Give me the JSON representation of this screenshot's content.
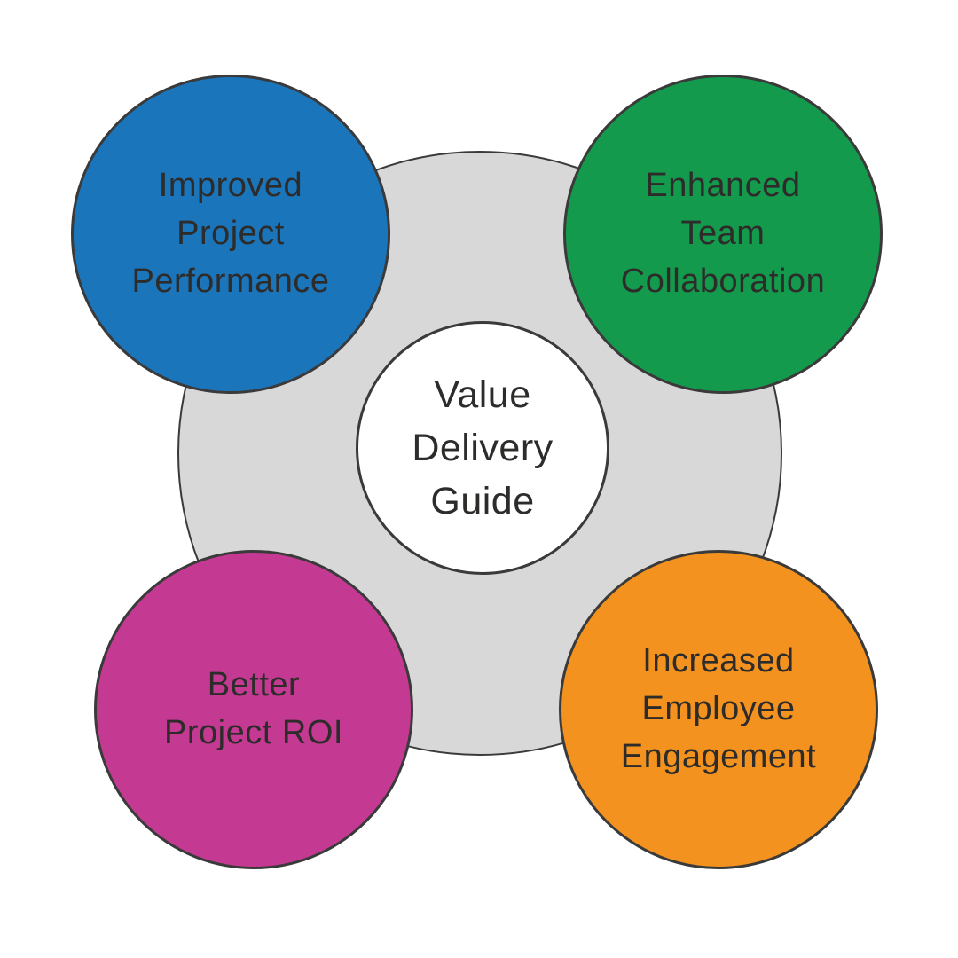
{
  "diagram": {
    "title": "Value Delivery Guide benefits diagram",
    "hub": {
      "color": "#d8d8d8",
      "outline_color": "#3a3a3a"
    },
    "center": {
      "label": "Value\nDelivery\nGuide",
      "bg": "#ffffff",
      "text_color": "#2d2c2b"
    },
    "nodes": [
      {
        "id": "improved-project-performance",
        "label": "Improved\nProject\nPerformance",
        "color": "#1b75bb",
        "position": "top-left"
      },
      {
        "id": "enhanced-team-collaboration",
        "label": "Enhanced\nTeam\nCollaboration",
        "color": "#149a4c",
        "position": "top-right"
      },
      {
        "id": "better-project-roi",
        "label": "Better\nProject ROI",
        "color": "#c43a92",
        "position": "bottom-left"
      },
      {
        "id": "increased-employee-engagement",
        "label": "Increased\nEmployee\nEngagement",
        "color": "#f3921e",
        "position": "bottom-right"
      }
    ]
  }
}
